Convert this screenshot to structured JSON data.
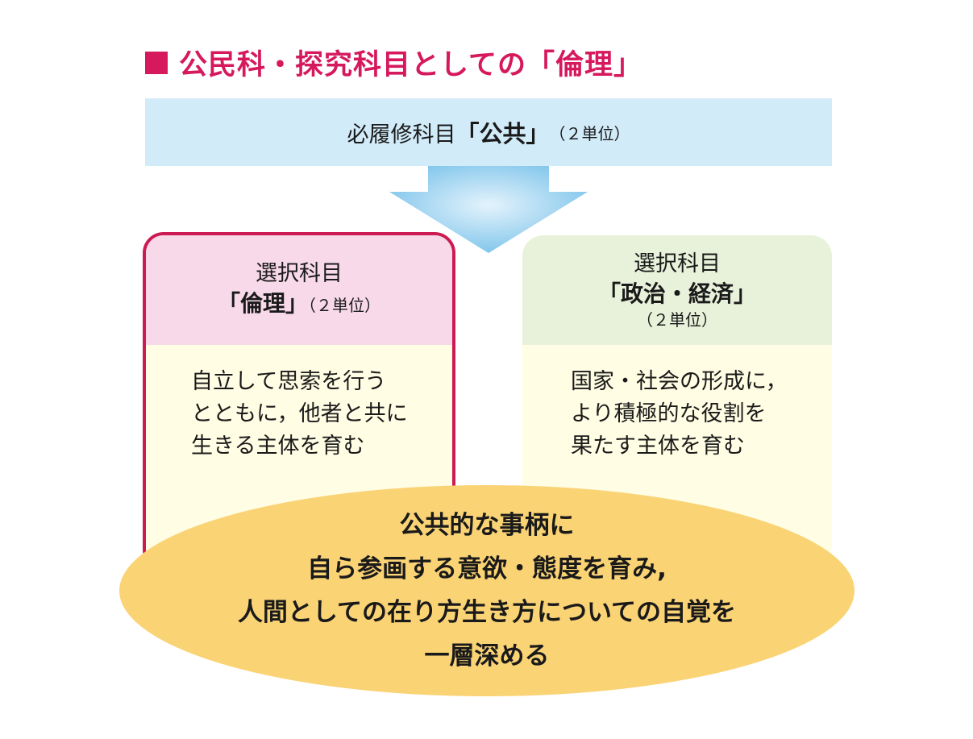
{
  "title": "公民科・探究科目としての「倫理」",
  "required": {
    "prefix": "必履修科目",
    "name": "「公共」",
    "units": "（２単位）"
  },
  "ethics": {
    "label": "選択科目",
    "name": "「倫理」",
    "units": "（２単位）",
    "lines": [
      "自立して思索を行う",
      "とともに，他者と共に",
      "生きる主体を育む"
    ]
  },
  "politics": {
    "label": "選択科目",
    "name": "「政治・経済」",
    "units": "（２単位）",
    "lines": [
      "国家・社会の形成に，",
      "より積極的な役割を",
      "果たす主体を育む"
    ]
  },
  "goal": {
    "lines": [
      "公共的な事柄に",
      "自ら参画する意欲・態度を育み,",
      "人間としての在り方生き方についての自覚を",
      "一層深める"
    ]
  },
  "colors": {
    "accent": "#d6185c",
    "required_bg": "#d2ebf9",
    "ethics_border": "#cc1b52",
    "ethics_head": "#f8d9e9",
    "politics_head": "#e8f1d9",
    "body_bg": "#fffde3",
    "goal_bg": "#fad375"
  }
}
